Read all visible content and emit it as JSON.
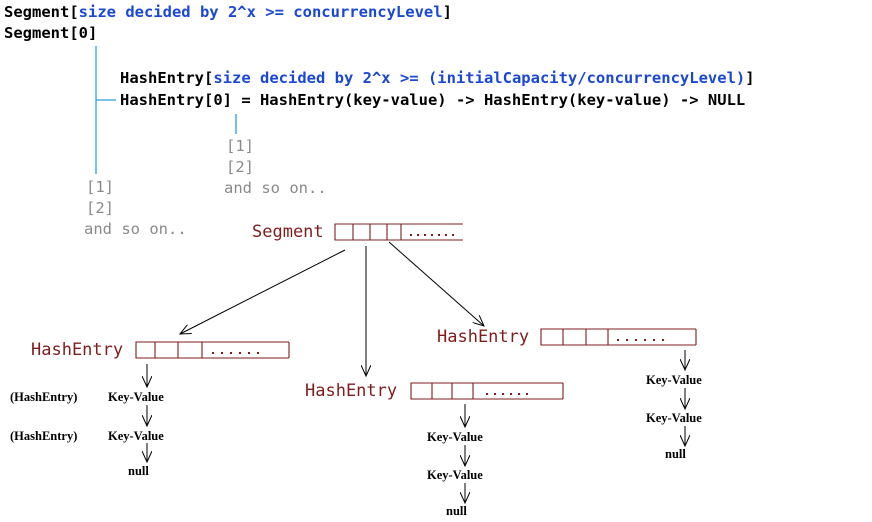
{
  "colors": {
    "black": "#000000",
    "blue": "#1a47d6",
    "gray": "#8a8a8a",
    "red": "#7f1c1c",
    "cyan": "#2aa0d8"
  },
  "code": {
    "line1_name": "Segment[",
    "line1_desc": "size decided by 2^x >= concurrencyLevel",
    "line1_close": "]",
    "line2": "Segment[0]",
    "line3_name": "HashEntry[",
    "line3_desc": "size decided by 2^x >= (initialCapacity/concurrencyLevel)",
    "line3_close": "]",
    "line4": "HashEntry[0] = HashEntry(key-value) -> HashEntry(key-value) -> NULL"
  },
  "entries_outer": [
    "[1]",
    "[2]",
    "and so on.."
  ],
  "entries_inner": [
    "[1]",
    "[2]",
    "and so on.."
  ],
  "diagram": {
    "segment_label": "Segment",
    "hashentry_label": "HashEntry",
    "column1": {
      "prefix": "(HashEntry)",
      "items": [
        "Key-Value",
        "Key-Value"
      ],
      "end": "null"
    },
    "column2": {
      "items": [
        "Key-Value",
        "Key-Value"
      ],
      "end": "null"
    },
    "column3": {
      "items": [
        "Key-Value",
        "Key-Value"
      ],
      "end": "null"
    }
  }
}
